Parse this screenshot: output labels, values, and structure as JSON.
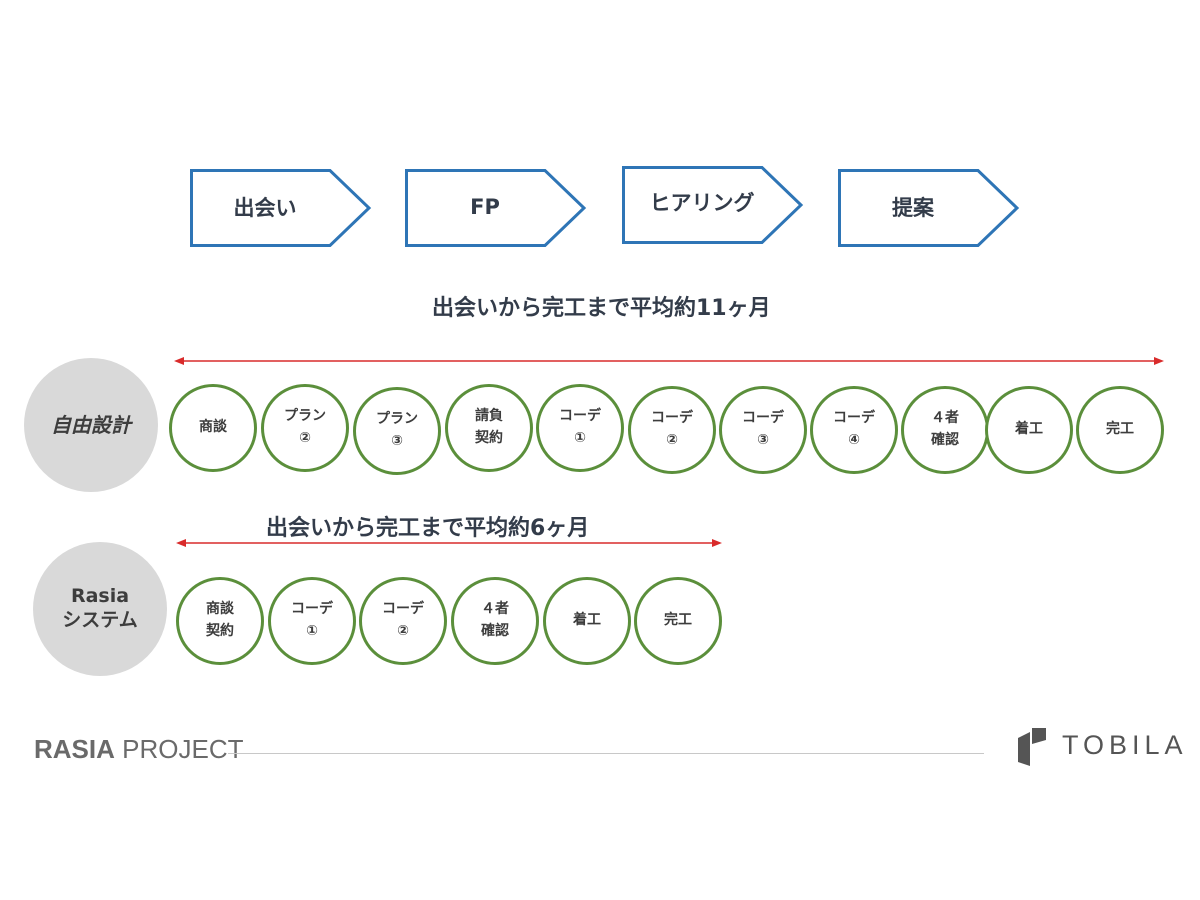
{
  "stages": [
    {
      "label": "出会い"
    },
    {
      "label": "FP"
    },
    {
      "label": "ヒアリング"
    },
    {
      "label": "提案"
    }
  ],
  "custom_design": {
    "label": "自由設計",
    "span_title": "出会いから完工まで平均約11ヶ月",
    "steps": [
      {
        "line1": "商談",
        "line2": ""
      },
      {
        "line1": "プラン",
        "line2": "②"
      },
      {
        "line1": "プラン",
        "line2": "③"
      },
      {
        "line1": "請負",
        "line2": "契約"
      },
      {
        "line1": "コーデ",
        "line2": "①"
      },
      {
        "line1": "コーデ",
        "line2": "②"
      },
      {
        "line1": "コーデ",
        "line2": "③"
      },
      {
        "line1": "コーデ",
        "line2": "④"
      },
      {
        "line1": "４者",
        "line2": "確認"
      },
      {
        "line1": "着工",
        "line2": ""
      },
      {
        "line1": "完工",
        "line2": ""
      }
    ]
  },
  "rasia_system": {
    "label_line1": "Rasia",
    "label_line2": "システム",
    "span_title": "出会いから完工まで平均約6ヶ月",
    "steps": [
      {
        "line1": "商談",
        "line2": "契約"
      },
      {
        "line1": "コーデ",
        "line2": "①"
      },
      {
        "line1": "コーデ",
        "line2": "②"
      },
      {
        "line1": "４者",
        "line2": "確認"
      },
      {
        "line1": "着工",
        "line2": ""
      },
      {
        "line1": "完工",
        "line2": ""
      }
    ]
  },
  "footer": {
    "brand_bold": "RASIA",
    "brand_light": " PROJECT",
    "logo_text": "TOBILA"
  },
  "colors": {
    "stage_border": "#2e75b6",
    "step_border": "#5b8f3b",
    "span_arrow": "#d92b2b",
    "row_label_bg": "#d9d9d9"
  }
}
